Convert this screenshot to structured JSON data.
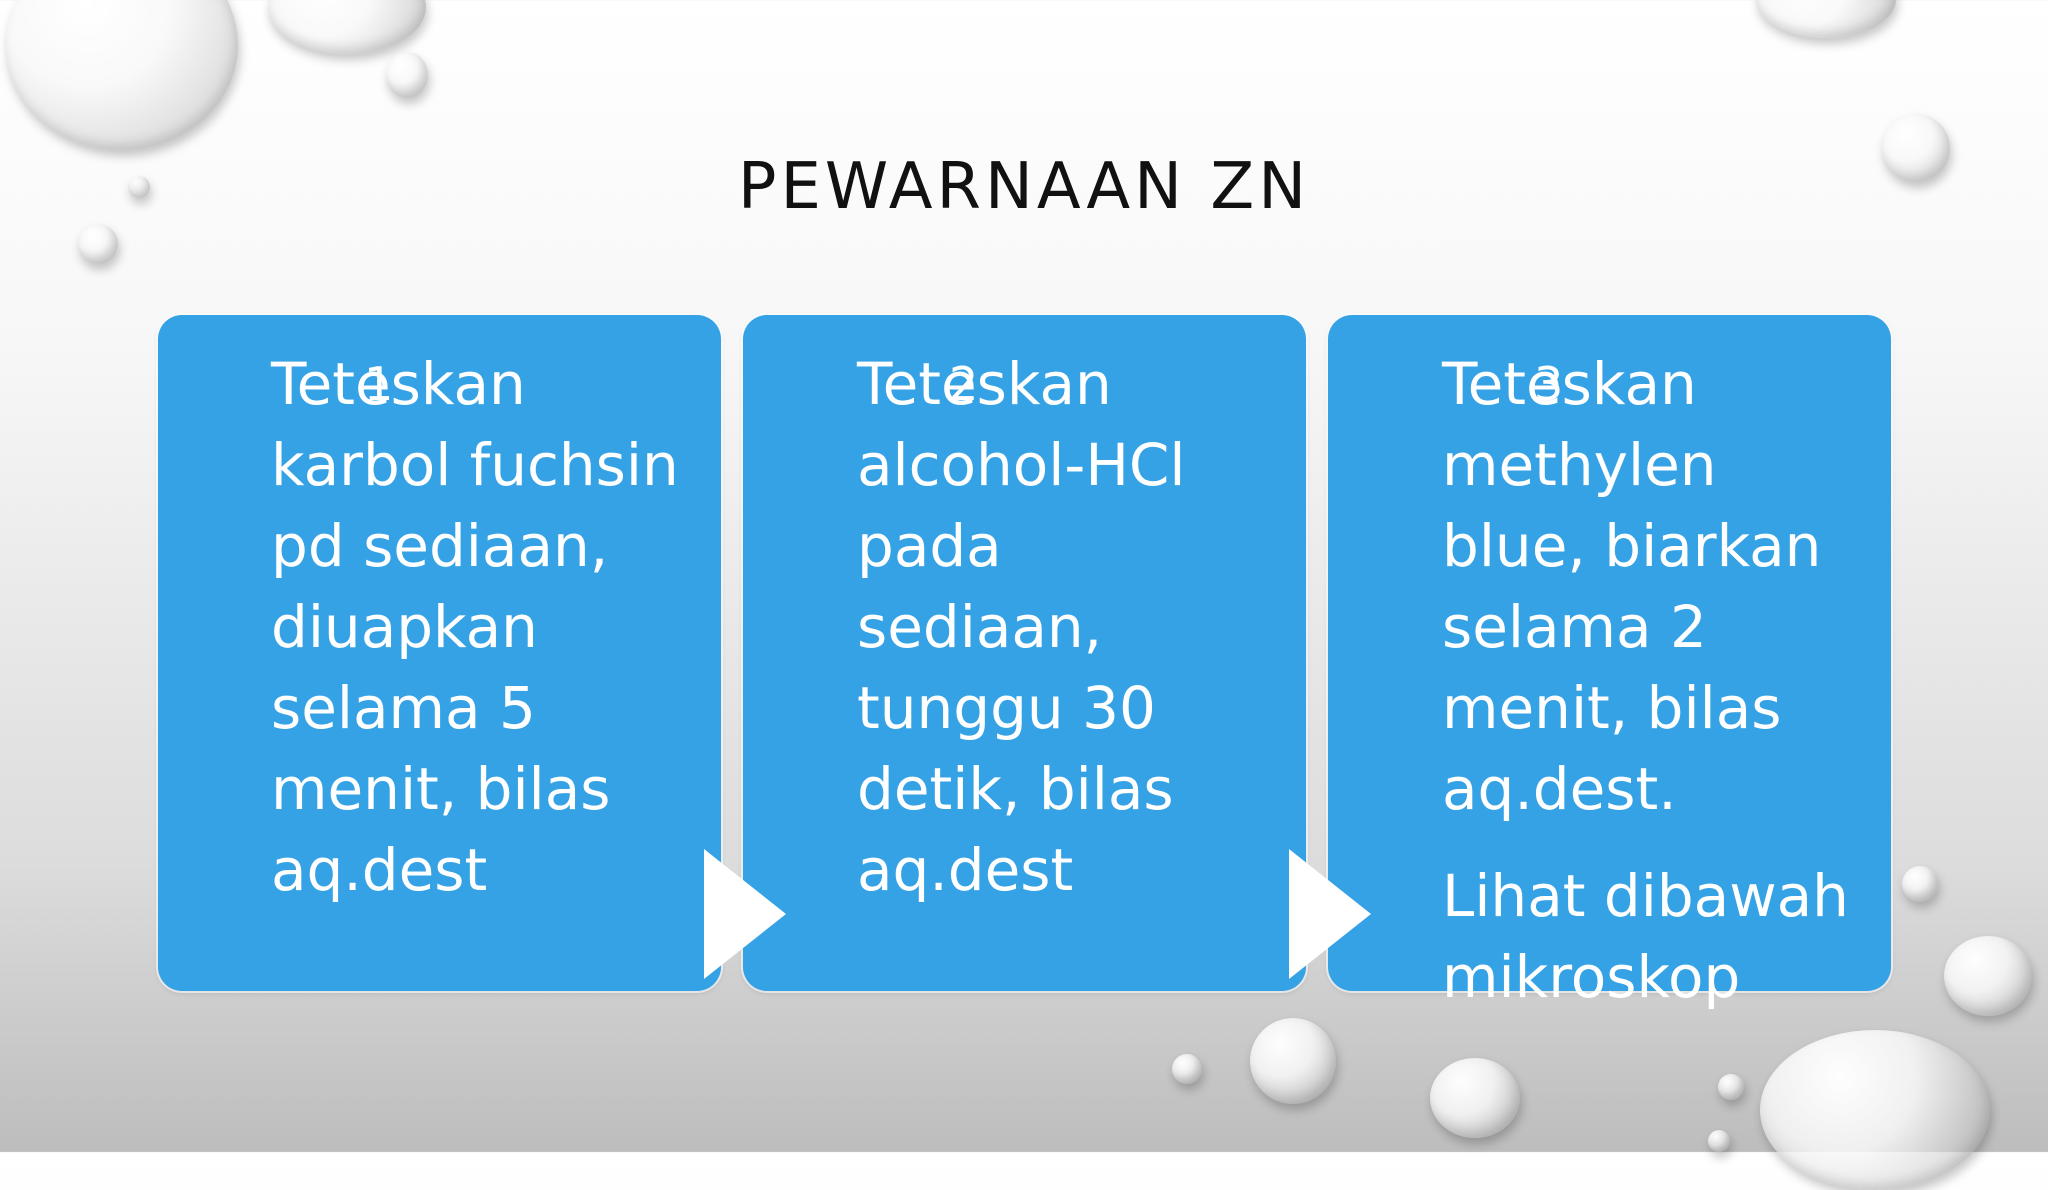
{
  "slide": {
    "title": "PEWARNAAN ZN",
    "steps": [
      {
        "lines": [
          "Teteskan",
          "karbol fuchsin",
          "pd sediaan,",
          "diuapkan",
          "selama 5",
          "menit, bilas",
          "aq.dest"
        ]
      },
      {
        "lines": [
          "Teteskan",
          "alcohol-HCl",
          "pada",
          "sediaan,",
          "tunggu 30",
          "detik, bilas",
          "aq.dest"
        ]
      },
      {
        "lines": [
          "Teteskan",
          "methylen",
          "blue, biarkan",
          "selama 2",
          "menit, bilas",
          "aq.dest."
        ],
        "extra_lines": [
          "Lihat dibawah",
          "mikroskop"
        ]
      }
    ],
    "step_markers": [
      "1",
      "2",
      "3"
    ]
  },
  "colors": {
    "box": "#35a2e6",
    "text": "#ffffff",
    "title": "#111111"
  }
}
